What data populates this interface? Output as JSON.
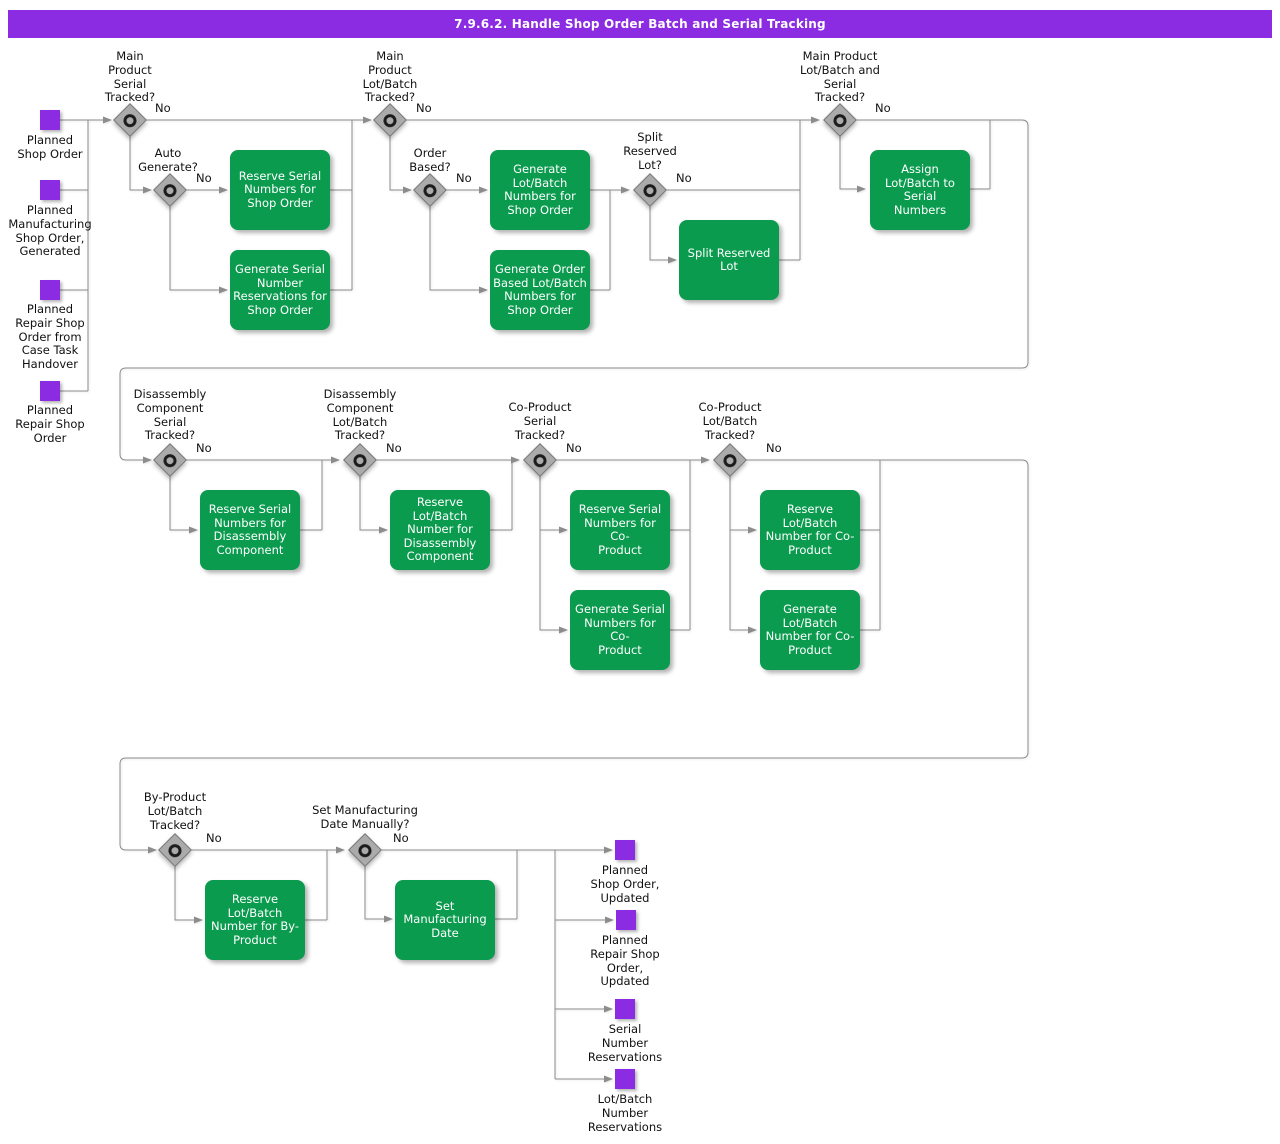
{
  "header": {
    "title": "7.9.6.2. Handle Shop Order Batch and Serial Tracking"
  },
  "colors": {
    "header_purple": "#8b2be2",
    "artifact_purple": "#8b2be2",
    "activity_green": "#0a9b4e",
    "gateway_gray": "#ababab",
    "connector_gray": "#8c8c8c"
  },
  "flow": {
    "inputs": [
      {
        "label": "Planned\nShop Order"
      },
      {
        "label": "Planned\nManufacturing\nShop Order,\nGenerated"
      },
      {
        "label": "Planned\nRepair Shop\nOrder from\nCase Task\nHandover"
      },
      {
        "label": "Planned\nRepair Shop\nOrder"
      }
    ],
    "decisions": [
      {
        "label": "Main\nProduct\nSerial\nTracked?",
        "no_label": "No"
      },
      {
        "label": "Auto\nGenerate?",
        "no_label": "No"
      },
      {
        "label": "Main\nProduct\nLot/Batch\nTracked?",
        "no_label": "No"
      },
      {
        "label": "Order\nBased?",
        "no_label": "No"
      },
      {
        "label": "Split\nReserved\nLot?",
        "no_label": "No"
      },
      {
        "label": "Main Product\nLot/Batch and\nSerial\nTracked?",
        "no_label": "No"
      },
      {
        "label": "Disassembly\nComponent\nSerial\nTracked?",
        "no_label": "No"
      },
      {
        "label": "Disassembly\nComponent\nLot/Batch\nTracked?",
        "no_label": "No"
      },
      {
        "label": "Co-Product\nSerial\nTracked?",
        "no_label": "No"
      },
      {
        "label": "Co-Product\nLot/Batch\nTracked?",
        "no_label": "No"
      },
      {
        "label": "By-Product\nLot/Batch\nTracked?",
        "no_label": "No"
      },
      {
        "label": "Set Manufacturing\nDate Manually?",
        "no_label": "No"
      }
    ],
    "activities": [
      {
        "label": "Reserve Serial\nNumbers for\nShop Order"
      },
      {
        "label": "Generate Serial\nNumber\nReservations for\nShop Order"
      },
      {
        "label": "Generate\nLot/Batch\nNumbers for\nShop Order"
      },
      {
        "label": "Generate Order\nBased Lot/Batch\nNumbers for\nShop Order"
      },
      {
        "label": "Split Reserved\nLot"
      },
      {
        "label": "Assign\nLot/Batch to\nSerial\nNumbers"
      },
      {
        "label": "Reserve Serial\nNumbers for\nDisassembly\nComponent"
      },
      {
        "label": "Reserve\nLot/Batch\nNumber for\nDisassembly\nComponent"
      },
      {
        "label": "Reserve Serial\nNumbers for Co-\nProduct"
      },
      {
        "label": "Generate Serial\nNumbers for Co-\nProduct"
      },
      {
        "label": "Reserve\nLot/Batch\nNumber for Co-\nProduct"
      },
      {
        "label": "Generate\nLot/Batch\nNumber for Co-\nProduct"
      },
      {
        "label": "Reserve\nLot/Batch\nNumber for By-\nProduct"
      },
      {
        "label": "Set\nManufacturing\nDate"
      }
    ],
    "outputs": [
      {
        "label": "Planned\nShop Order,\nUpdated"
      },
      {
        "label": "Planned\nRepair Shop\nOrder,\nUpdated"
      },
      {
        "label": "Serial\nNumber\nReservations"
      },
      {
        "label": "Lot/Batch\nNumber\nReservations"
      }
    ]
  }
}
